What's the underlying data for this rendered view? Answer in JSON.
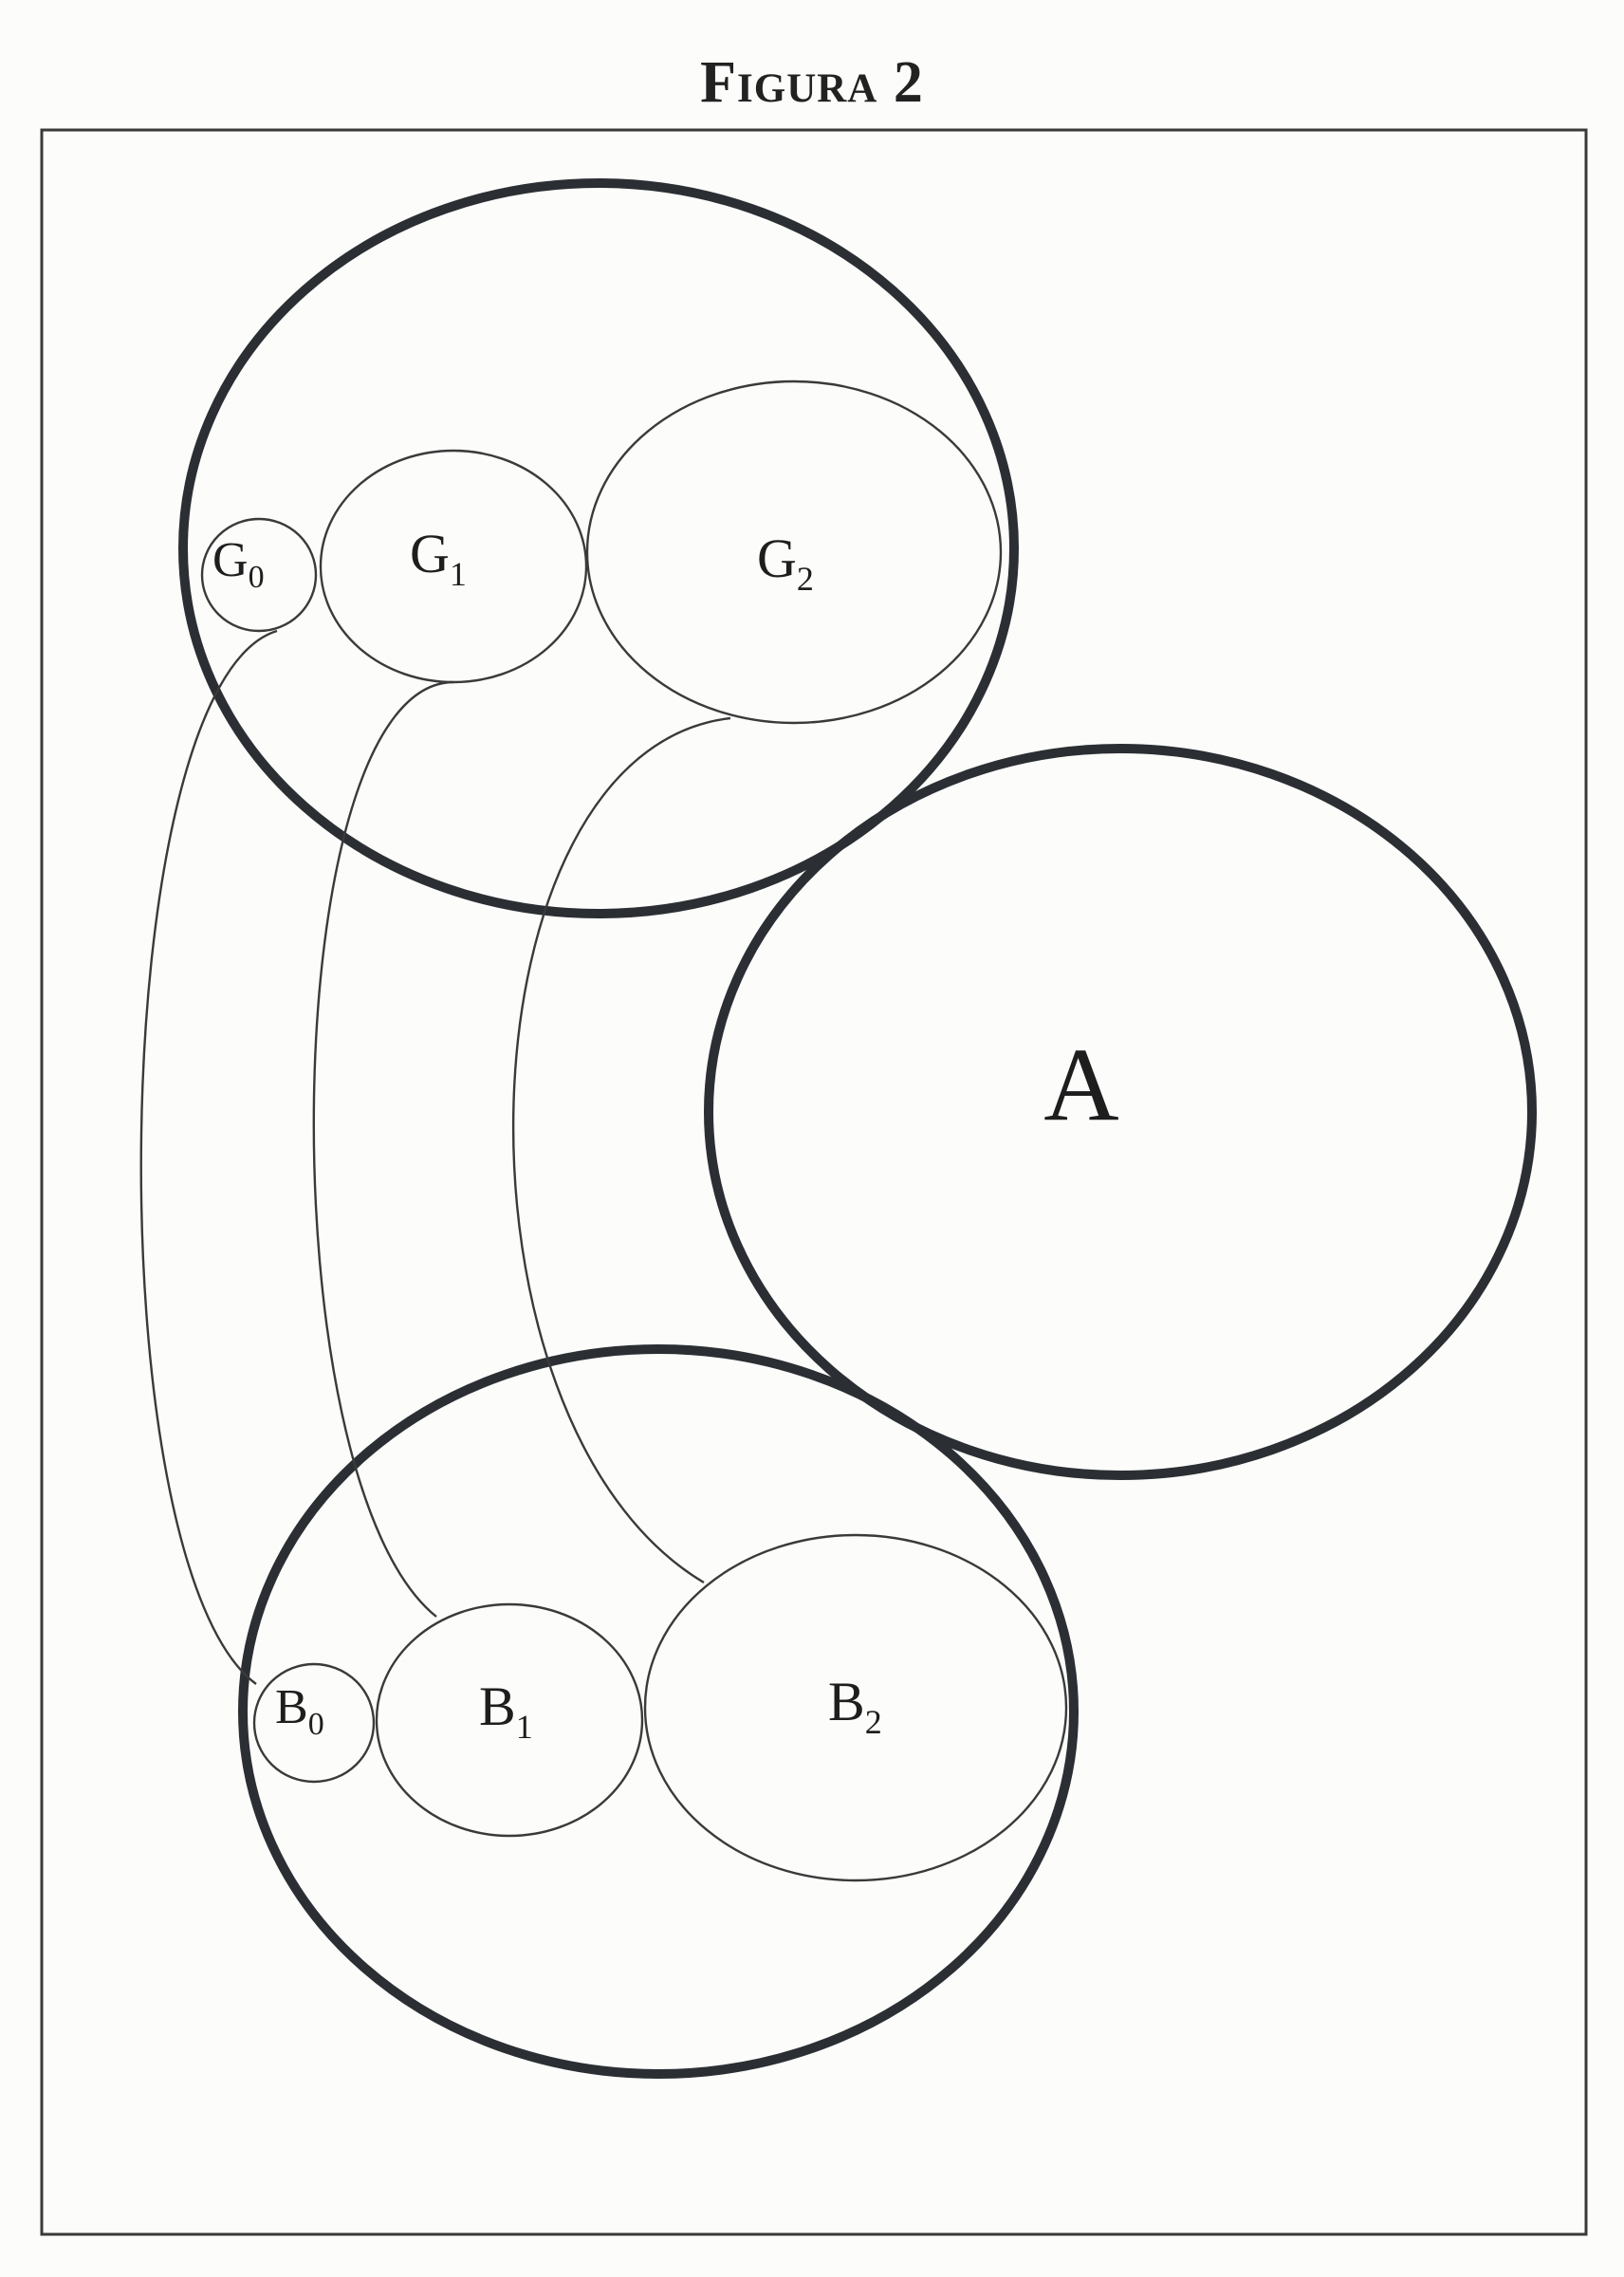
{
  "figure": {
    "title": "Figura 2"
  },
  "sets": {
    "A": {
      "label": "A"
    },
    "G0": {
      "main": "G",
      "sub": "0"
    },
    "G1": {
      "main": "G",
      "sub": "1"
    },
    "G2": {
      "main": "G",
      "sub": "2"
    },
    "B0": {
      "main": "B",
      "sub": "0"
    },
    "B1": {
      "main": "B",
      "sub": "1"
    },
    "B2": {
      "main": "B",
      "sub": "2"
    }
  },
  "colors": {
    "stroke": "#2b2f33",
    "background": "#fcfcfb"
  }
}
